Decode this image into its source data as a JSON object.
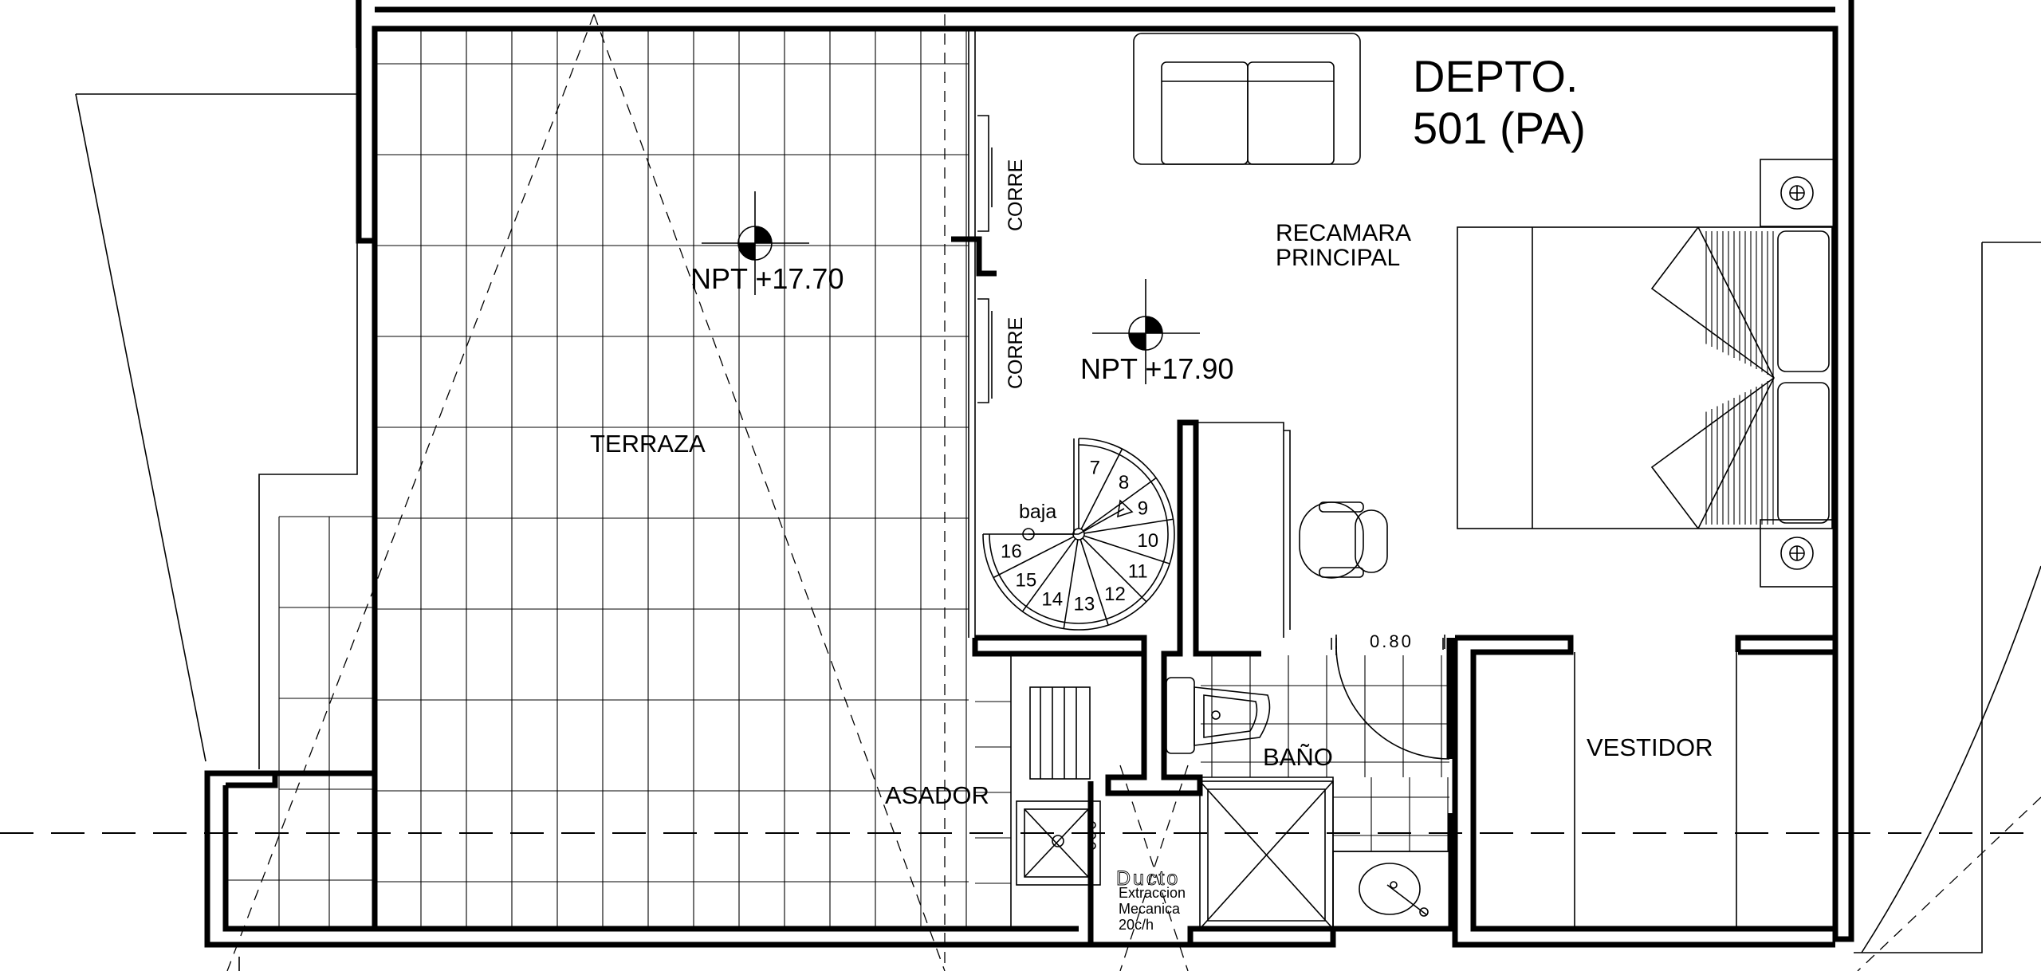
{
  "unit": {
    "line1": "DEPTO.",
    "line2": "501 (PA)"
  },
  "rooms": {
    "bedroom": {
      "line1": "RECAMARA",
      "line2": "PRINCIPAL"
    },
    "terrace": "TERRAZA",
    "grill": "ASADOR",
    "bathroom": "BAÑO",
    "closet": "VESTIDOR"
  },
  "levels": {
    "terrace": "NPT +17.70",
    "bedroom": "NPT +17.90"
  },
  "sliding_doors": {
    "upper": "CORRE",
    "lower": "CORRE"
  },
  "stairs": {
    "direction": "baja",
    "steps": [
      "7",
      "8",
      "9",
      "10",
      "11",
      "12",
      "13",
      "14",
      "15",
      "16"
    ]
  },
  "door_width": "0.80",
  "duct": {
    "line1": "Ducto",
    "line2": "Extraccion",
    "line3": "Mecanica",
    "line4": "20c/h"
  }
}
